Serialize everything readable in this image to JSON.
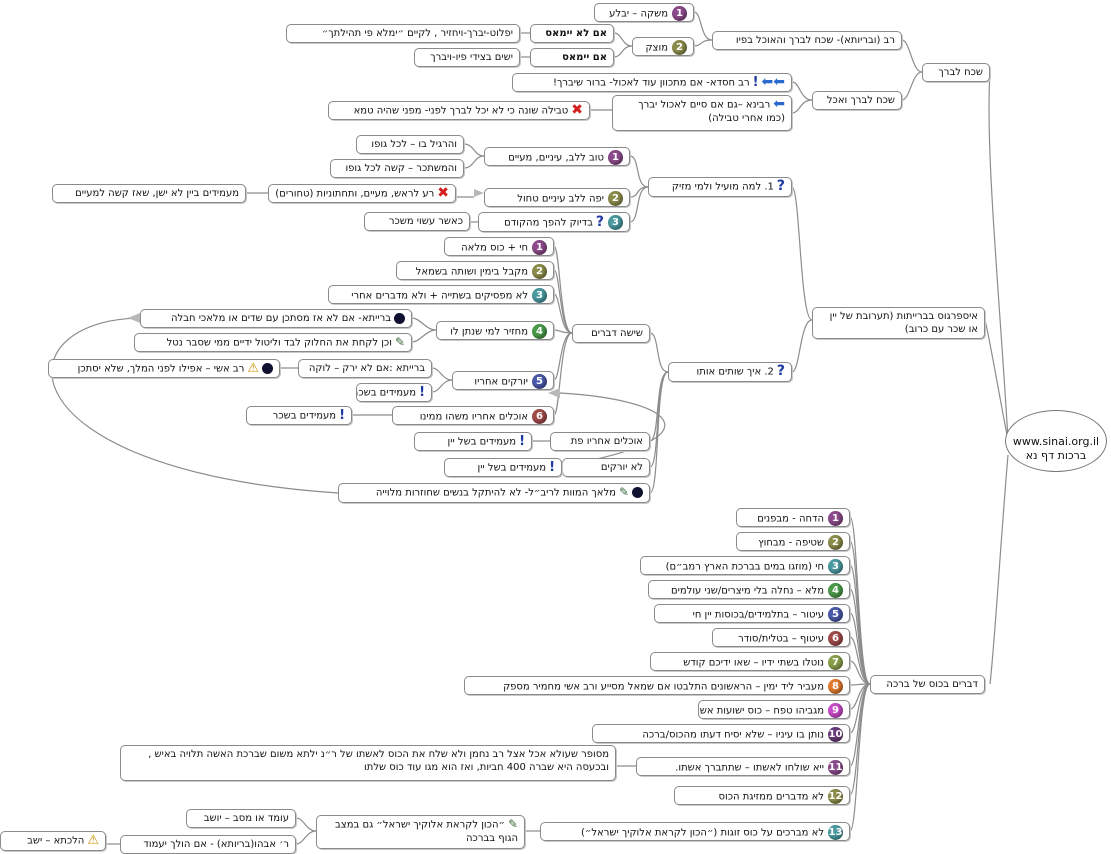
{
  "root": {
    "line1": "www.sinai.org.il",
    "line2": "ברכות דף נא"
  },
  "colors": {
    "c1": "#8b4a8b",
    "c2": "#8c8c4a",
    "c3": "#4a9aa0",
    "c4": "#4a9a4a",
    "c5": "#4a5aa8",
    "c6": "#a04a4a",
    "c7": "#8aa04a",
    "c8": "#e07a30",
    "c9": "#c84ac8",
    "c10": "#6a3a7a"
  },
  "branch_shachach": {
    "title": "שכח לברך",
    "rav": "רב (ובריותא)- שכח לברך והאוכל בפיו",
    "mashke": "משקה – יבלע",
    "motzak": "מוצק",
    "lo_meues_label": "אם לא יימאס",
    "lo_meues_text": "יפלוט-יברך-ויחזיר , לקיים ״ימלא פי תהילתך״",
    "meues_label": "אם יימאס",
    "meues_text": "ישים בצידי פיו-ויברך",
    "shachach_veachal": "שכח לברך ואכל",
    "rav_chisda": "רב חסדא- אם מתכוון עוד לאכול- ברור שיברך!",
    "ravina": "רבינא –גם אם סיים לאכול יברך (כמו אחרי טבילה)",
    "tvila": "טבילה שונה כי לא יכל לברך לפני- מפני שהיה טמא"
  },
  "branch_isparagos": {
    "title": "איספרגוס בברייתות (תערובת של יין או שכר עם כרוב)",
    "q1": "1. למה מועיל ולמי מזיק",
    "tov_lalev": "טוב ללב, עיניים, מעיים",
    "vehargil": "והרגיל בו – לכל גופו",
    "vehamishtaker": "והמשתכר – קשה לכל גופו",
    "yafe_lalev": "יפה ללב עיניים טחול",
    "ra_lerosh": "רע לראש, מעיים, ותחתוניות (טחורים)",
    "meumadim_yayin": "מעמידים ביין לא ישן, שאז קשה למעיים",
    "bediyuk": "בדיוק להפך מהקודם",
    "kaasher_asui": "כאשר עשוי משכר",
    "q2": "2. איך שותים אותו",
    "shisha_dvarim": "שישה דברים",
    "chai_kos": "חי + כוס מלאה",
    "mekabel": "מקבל בימין ושותה בשמאל",
    "lo_mafsikim": "לא מפסיקים בשתייה + ולא מדברים אחרי",
    "machzir": "מחזיר למי שנתן לו",
    "breita_sheyadim": "ברייתא- אם לא אז מסתכן עם שדים או מלאכי חבלה",
    "vechen_lakachat": "וכן לקחת את החלוק לבד וליטול ידיים ממי שסבר נטל",
    "yorkim_achariv": "יורקים אחריו",
    "breita_lo_rak": "ברייתא :אם לא ירק – לוקה",
    "rav_ashi": "רב אשי – אפילו לפני המלך, שלא יסתכן",
    "meumadim_beshechar": "מעמידים בשכר",
    "ochlim_achariv": "אוכלים אחריו משהו ממינו",
    "meumadim_beshechar2": "מעמידים בשכר",
    "ochlim_achariv_pat": "אוכלים אחריו פת",
    "meumadim_shel_yayin": "מעמידים בשל יין",
    "lo_yorkim": "לא יורקים",
    "meumadim_shel_yayin2": "מעמידים בשל יין",
    "malach_hamavet": "מלאך המוות לריב״ל- לא להיתקל בנשים שחוזרות מלוייה"
  },
  "branch_kos": {
    "title": "דברים בכוס של ברכה",
    "items": [
      "הדחה - מבפנים",
      "שטיפה - מבחוץ",
      "חי (מוזגו במים בברכת הארץ רמב״ם)",
      "מלא – נחלה בלי מיצרים/שני עולמים",
      "עיטור – בתלמידים/בכוסות יין חי",
      "עיטוף – בטלית/סודר",
      "נוטלו בשתי ידיו – שאו ידיכם קודש",
      "מעביר ליד ימין – הראשונים התלבטו אם שמאל מסייע ורב אשי מחמיר מספק",
      "מגביהו טפח – כוס ישועות אשא",
      "נותן בו עיניו – שלא יסיח דעתו מהכוס/ברכה",
      "ייא שולחו לאשתו – שתתברך אשתו.",
      "לא מדברים ממזיגת הכוס",
      "לא מברכים על כוס זוגות (״הכון לקראת אלוקיך ישראל״)"
    ],
    "item_badges": [
      "1",
      "2",
      "3",
      "4",
      "5",
      "6",
      "7",
      "8",
      "9",
      "10",
      "11",
      "12",
      "13"
    ],
    "mesupar": "מסופר שעולא אכל אצל רב נחמן ולא שלח את הכוס לאשתו של ר״נ ילתא משום שברכת האשה תלויה באיש , ובכעסה היא שברה 400 חביות, ואז הוא מגו עוד כוס שלתו",
    "hikon": "״הכון לקראת אלוקיך ישראל״ גם במצב הגוף בברכה",
    "omed": "עומד או מסב – יושב",
    "r_avahu": "ר׳ אבהו(בריותא) - אם הולך יעמוד",
    "hilchata": "הלכתא – ישב"
  }
}
